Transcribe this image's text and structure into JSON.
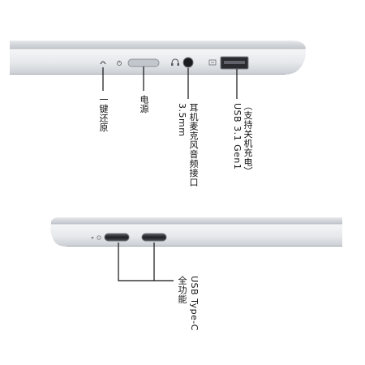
{
  "labels": {
    "reset": "一键还原",
    "power": "电源",
    "audio": "耳机麦克风音频接口",
    "audio_size": "3.5mm",
    "usb_a_note": "（支持关机充电）",
    "usb_a_spec": "USB 3.1 Gen1",
    "typec_spec": "USB Type-C",
    "typec_note": "全功能"
  },
  "colors": {
    "chassis_light": "#f4f5f7",
    "chassis_mid": "#d6d9de",
    "chassis_dark": "#9ea3aa",
    "port_dark": "#2a2c30",
    "callout_line": "#111111"
  }
}
